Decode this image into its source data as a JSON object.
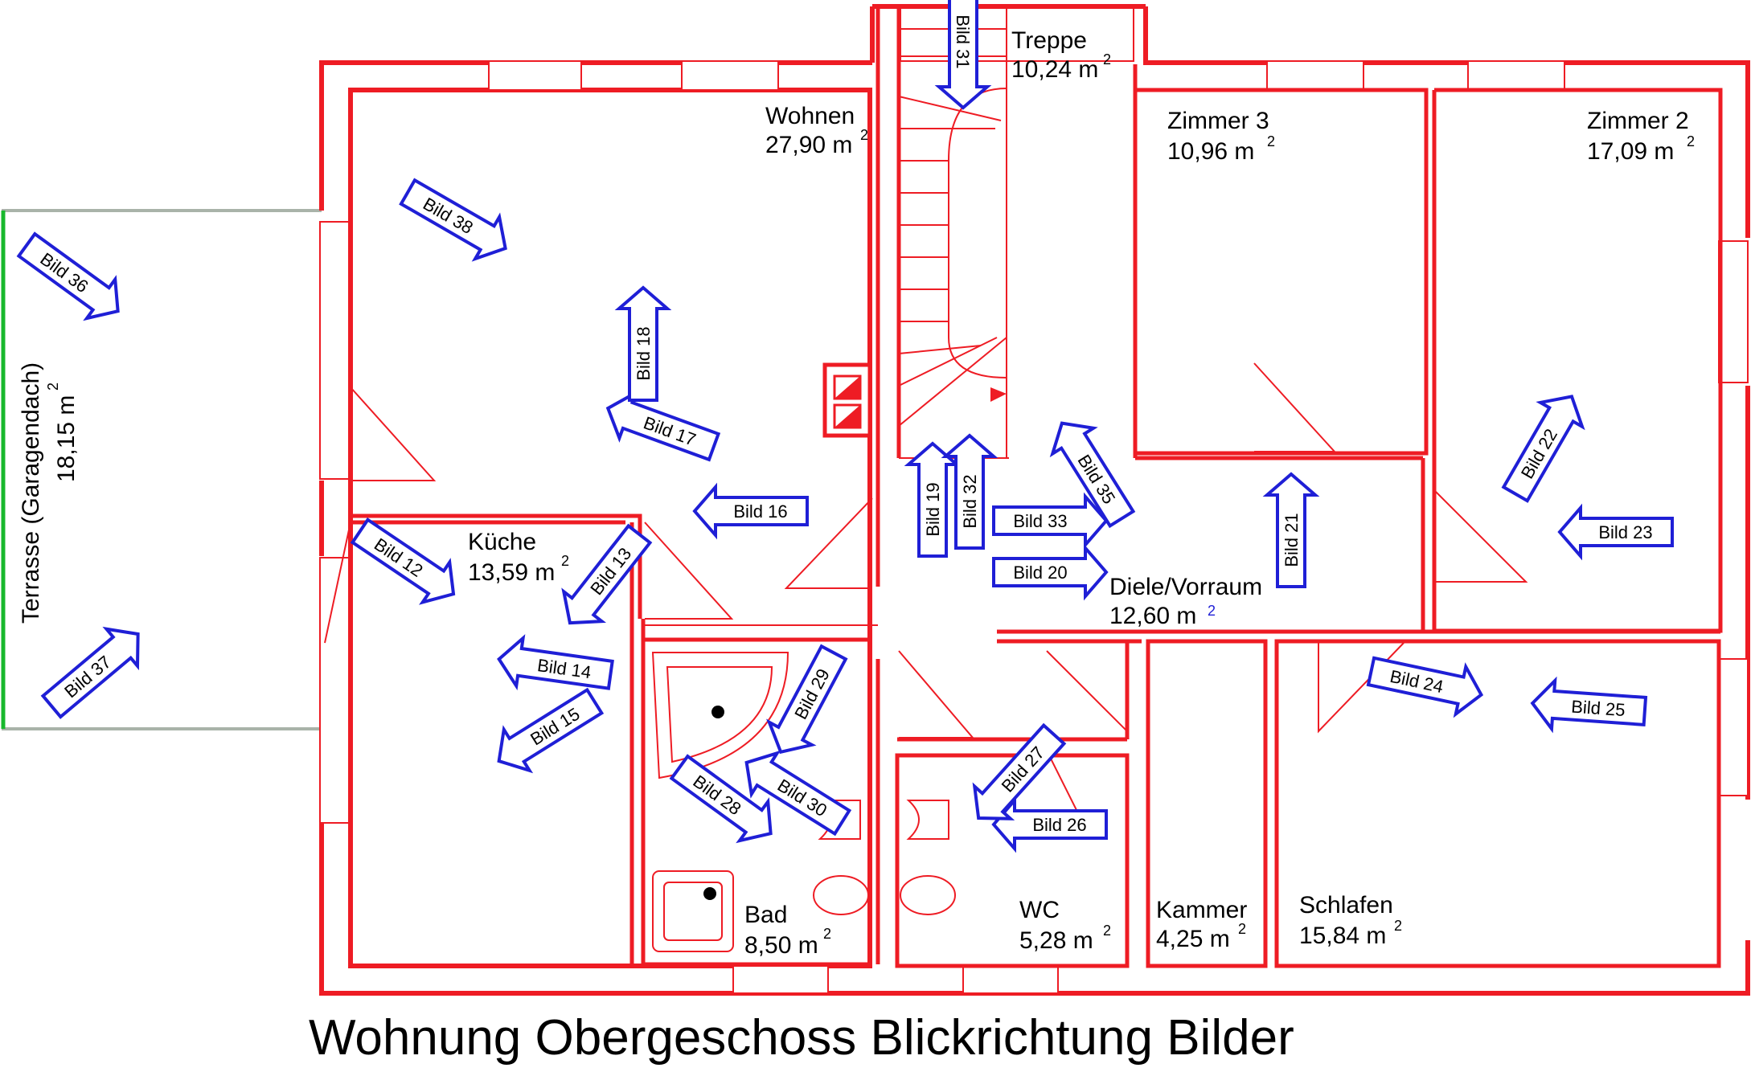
{
  "title": "Wohnung Obergeschoss  Blickrichtung Bilder",
  "area_unit": "m",
  "area_exponent": "2",
  "colors": {
    "walls": "#ee1c24",
    "camera_arrows": "#1f1fd6",
    "terrace_edge": "#18b82c",
    "terrace_outline": "#a9b3a9"
  },
  "rooms": {
    "treppe": {
      "name": "Treppe",
      "area": "10,24 m"
    },
    "wohnen": {
      "name": "Wohnen",
      "area": "27,90 m"
    },
    "zimmer3": {
      "name": "Zimmer 3",
      "area": "10,96 m"
    },
    "zimmer2": {
      "name": "Zimmer 2",
      "area": "17,09 m"
    },
    "kueche": {
      "name": "Küche",
      "area": "13,59 m"
    },
    "diele": {
      "name": "Diele/Vorraum",
      "area": "12,60 m"
    },
    "bad": {
      "name": "Bad",
      "area": "8,50 m"
    },
    "wc": {
      "name": "WC",
      "area": "5,28 m"
    },
    "kammer": {
      "name": "Kammer",
      "area": "4,25 m"
    },
    "schlafen": {
      "name": "Schlafen",
      "area": "15,84 m"
    },
    "terrasse": {
      "name": "Terrasse  (Garagendach)",
      "area": "18,15 m"
    }
  },
  "camera_markers": [
    {
      "id": "b12",
      "label": "Bild 12",
      "direction": "down-right"
    },
    {
      "id": "b13",
      "label": "Bild 13",
      "direction": "down-left"
    },
    {
      "id": "b14",
      "label": "Bild 14",
      "direction": "left"
    },
    {
      "id": "b15",
      "label": "Bild 15",
      "direction": "down-left"
    },
    {
      "id": "b16",
      "label": "Bild 16",
      "direction": "left"
    },
    {
      "id": "b17",
      "label": "Bild 17",
      "direction": "up-left"
    },
    {
      "id": "b18",
      "label": "Bild 18",
      "direction": "up"
    },
    {
      "id": "b19",
      "label": "Bild 19",
      "direction": "up"
    },
    {
      "id": "b20",
      "label": "Bild 20",
      "direction": "right"
    },
    {
      "id": "b21",
      "label": "Bild 21",
      "direction": "up"
    },
    {
      "id": "b22",
      "label": "Bild 22",
      "direction": "up-right"
    },
    {
      "id": "b23",
      "label": "Bild 23",
      "direction": "left"
    },
    {
      "id": "b24",
      "label": "Bild 24",
      "direction": "right"
    },
    {
      "id": "b25",
      "label": "Bild 25",
      "direction": "left"
    },
    {
      "id": "b26",
      "label": "Bild 26",
      "direction": "left"
    },
    {
      "id": "b27",
      "label": "Bild 27",
      "direction": "down-left"
    },
    {
      "id": "b28",
      "label": "Bild 28",
      "direction": "down-right"
    },
    {
      "id": "b29",
      "label": "Bild 29",
      "direction": "down-left"
    },
    {
      "id": "b30",
      "label": "Bild 30",
      "direction": "up-left"
    },
    {
      "id": "b31",
      "label": "Bild 31",
      "direction": "down"
    },
    {
      "id": "b32",
      "label": "Bild 32",
      "direction": "up"
    },
    {
      "id": "b33",
      "label": "Bild 33",
      "direction": "right"
    },
    {
      "id": "b35",
      "label": "Bild 35",
      "direction": "up-left"
    },
    {
      "id": "b36",
      "label": "Bild 36",
      "direction": "down-right"
    },
    {
      "id": "b37",
      "label": "Bild 37",
      "direction": "up-right"
    },
    {
      "id": "b38",
      "label": "Bild 38",
      "direction": "down-right"
    }
  ]
}
